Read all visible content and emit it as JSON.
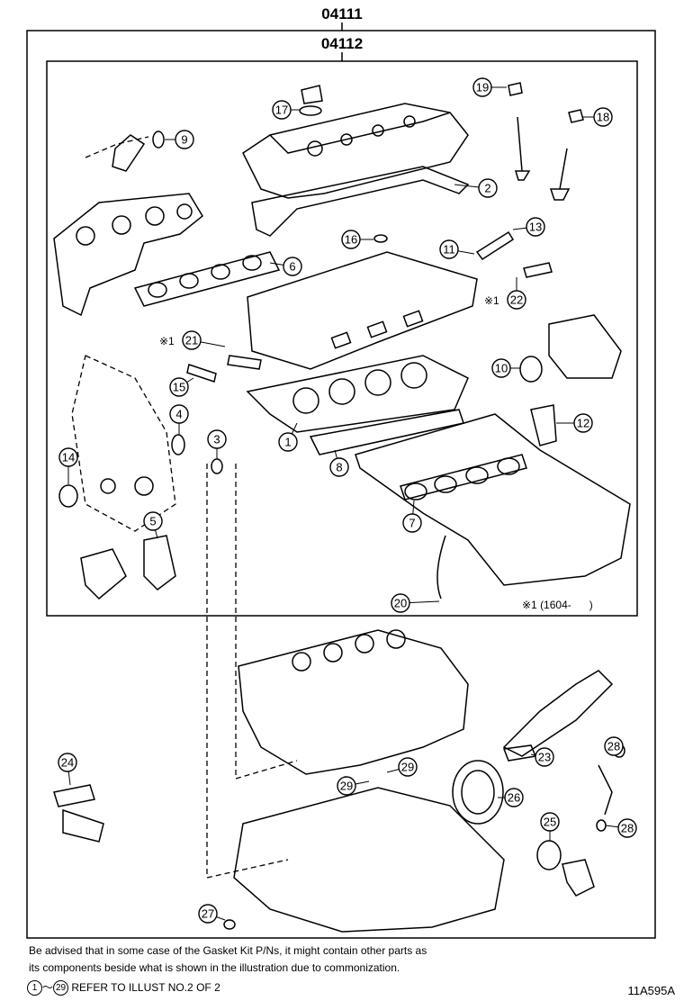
{
  "header": {
    "outer_code": "04111",
    "inner_code": "04112"
  },
  "callouts": [
    {
      "id": "c1",
      "label": "1"
    },
    {
      "id": "c2",
      "label": "2"
    },
    {
      "id": "c3",
      "label": "3"
    },
    {
      "id": "c4",
      "label": "4"
    },
    {
      "id": "c5",
      "label": "5"
    },
    {
      "id": "c6",
      "label": "6"
    },
    {
      "id": "c7",
      "label": "7"
    },
    {
      "id": "c8",
      "label": "8"
    },
    {
      "id": "c9",
      "label": "9"
    },
    {
      "id": "c10",
      "label": "10"
    },
    {
      "id": "c11",
      "label": "11"
    },
    {
      "id": "c12",
      "label": "12"
    },
    {
      "id": "c13",
      "label": "13"
    },
    {
      "id": "c14",
      "label": "14"
    },
    {
      "id": "c15",
      "label": "15"
    },
    {
      "id": "c16",
      "label": "16"
    },
    {
      "id": "c17",
      "label": "17"
    },
    {
      "id": "c18",
      "label": "18"
    },
    {
      "id": "c19",
      "label": "19"
    },
    {
      "id": "c20",
      "label": "20"
    },
    {
      "id": "c21",
      "label": "21"
    },
    {
      "id": "c22",
      "label": "22"
    },
    {
      "id": "c23",
      "label": "23"
    },
    {
      "id": "c24",
      "label": "24"
    },
    {
      "id": "c25",
      "label": "25"
    },
    {
      "id": "c26",
      "label": "26"
    },
    {
      "id": "c27",
      "label": "27"
    },
    {
      "id": "c28a",
      "label": "28"
    },
    {
      "id": "c28b",
      "label": "28"
    },
    {
      "id": "c29a",
      "label": "29"
    },
    {
      "id": "c29b",
      "label": "29"
    }
  ],
  "marks": {
    "m21": "※1",
    "m22": "※1",
    "footnote": "※1 (1604-      )"
  },
  "notes": {
    "line1": "Be advised that in some case of the Gasket Kit P/Ns,  it might contain other parts as",
    "line2": "its components beside what is shown in the illustration due to commonization.",
    "ref_from": "1",
    "ref_tilde": "～",
    "ref_to": "29",
    "ref_text": "REFER TO ILLUST NO.2 OF 2"
  },
  "illustration_code": "11A595A"
}
